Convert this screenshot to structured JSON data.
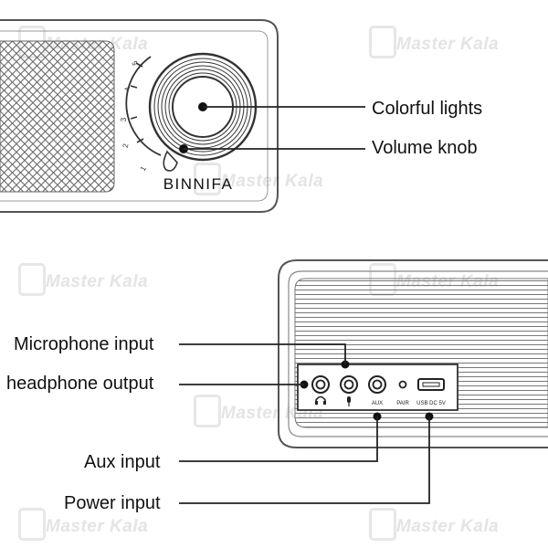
{
  "brand": "BINNIFA",
  "watermark": "Master Kala",
  "knob_scale": [
    "1",
    "2",
    "3",
    "4",
    "5"
  ],
  "labels": {
    "colorful_lights": "Colorful lights",
    "volume_knob": "Volume knob",
    "microphone_input": "Microphone input",
    "headphone_output": "headphone output",
    "aux_input": "Aux input",
    "power_input": "Power input"
  },
  "ports": {
    "aux": "AUX",
    "pair": "PAIR",
    "usb": "USB DC 5V"
  },
  "colors": {
    "line": "#222222",
    "outline": "#555555",
    "watermark": "#e4e4e4"
  }
}
